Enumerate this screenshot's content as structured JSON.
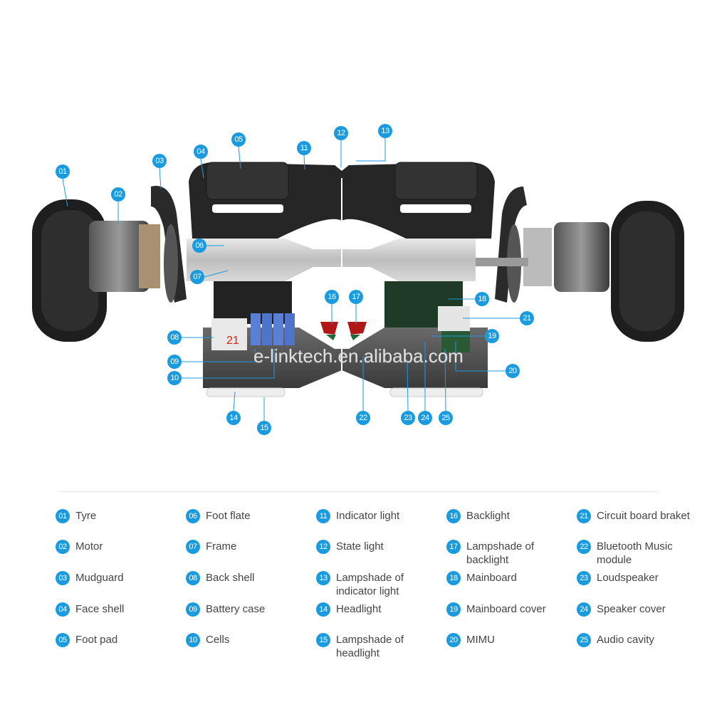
{
  "watermark": "e-linktech.en.alibaba.com",
  "accent_color": "#1a9be0",
  "callout_labels": [
    "01",
    "02",
    "03",
    "04",
    "05",
    "06",
    "07",
    "08",
    "09",
    "10",
    "11",
    "12",
    "13",
    "14",
    "15",
    "16",
    "17",
    "18",
    "19",
    "20",
    "21",
    "22",
    "23",
    "24",
    "25"
  ],
  "battery_case_marking": "21",
  "legend": [
    {
      "num": "01",
      "label": "Tyre"
    },
    {
      "num": "02",
      "label": "Motor"
    },
    {
      "num": "03",
      "label": "Mudguard"
    },
    {
      "num": "04",
      "label": "Face shell"
    },
    {
      "num": "05",
      "label": "Foot pad"
    },
    {
      "num": "06",
      "label": "Foot flate"
    },
    {
      "num": "07",
      "label": "Frame"
    },
    {
      "num": "08",
      "label": "Back shell"
    },
    {
      "num": "09",
      "label": "Battery case"
    },
    {
      "num": "10",
      "label": "Cells"
    },
    {
      "num": "11",
      "label": "Indicator light"
    },
    {
      "num": "12",
      "label": "State light"
    },
    {
      "num": "13",
      "label": "Lampshade of indicator light"
    },
    {
      "num": "14",
      "label": "Headlight"
    },
    {
      "num": "15",
      "label": "Lampshade of headlight"
    },
    {
      "num": "16",
      "label": "Backlight"
    },
    {
      "num": "17",
      "label": "Lampshade of backlight"
    },
    {
      "num": "18",
      "label": "Mainboard"
    },
    {
      "num": "19",
      "label": "Mainboard cover"
    },
    {
      "num": "20",
      "label": "MIMU"
    },
    {
      "num": "21",
      "label": "Circuit board braket"
    },
    {
      "num": "22",
      "label": "Bluetooth Music module"
    },
    {
      "num": "23",
      "label": "Loudspeaker"
    },
    {
      "num": "24",
      "label": "Speaker cover"
    },
    {
      "num": "25",
      "label": "Audio cavity"
    }
  ]
}
